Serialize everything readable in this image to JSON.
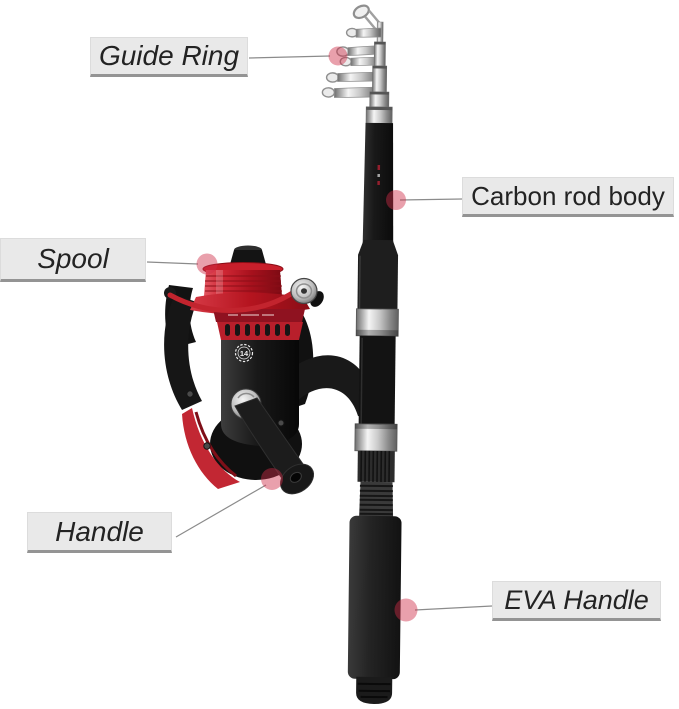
{
  "callouts": [
    {
      "label": "Guide Ring"
    },
    {
      "label": "Carbon rod body"
    },
    {
      "label": "Spool"
    },
    {
      "label": "Handle"
    },
    {
      "label": "EVA Handle"
    }
  ],
  "reel": {
    "badge": "14"
  },
  "colors": {
    "background": "#ffffff",
    "label_background": "#e9e9e9",
    "label_underline": "#949494",
    "label_text": "#232323",
    "callout_line": "#8b8b8b",
    "callout_dot": "rgba(206,44,70,0.45)",
    "reel_red": "#c2242e",
    "reel_dark_red": "#8f1220",
    "rod_black": "#161616",
    "metal_silver": "#cfcfcf"
  }
}
